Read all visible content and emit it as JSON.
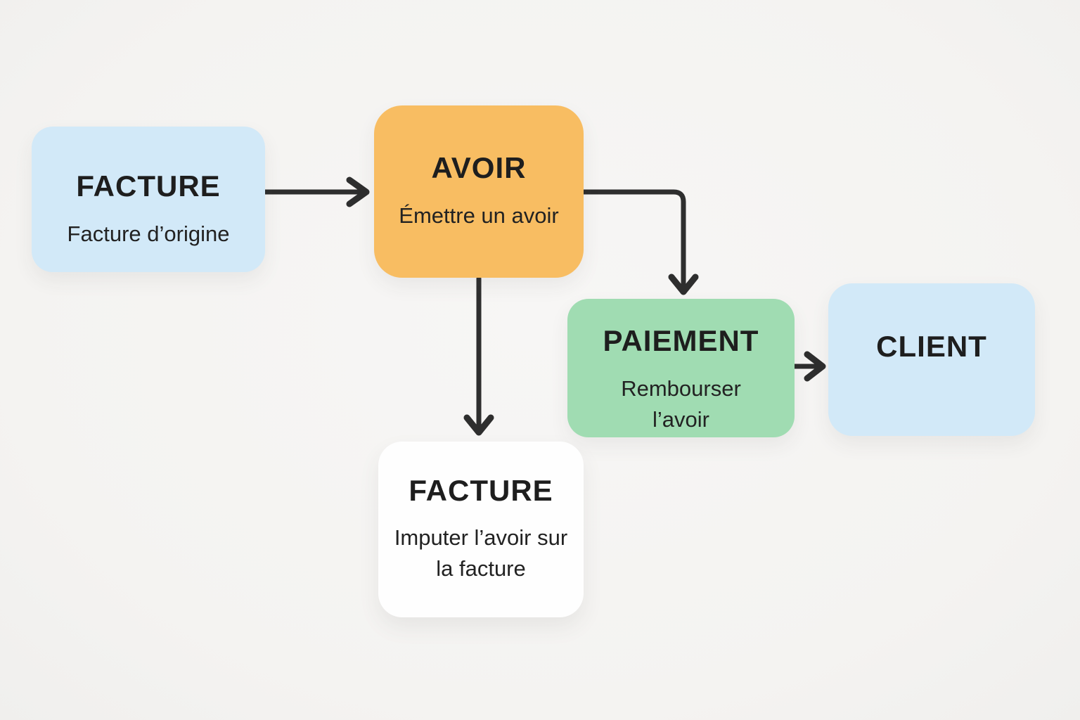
{
  "canvas": {
    "background_color": "#f5f4f2",
    "arrow_color": "#2e2e2e",
    "text_color": "#1e1e1e"
  },
  "nodes": [
    {
      "id": "facture-origine",
      "title": "FACTURE",
      "subtitle": "Facture d’origine",
      "fill_color": "#d2e9f8"
    },
    {
      "id": "avoir",
      "title": "AVOIR",
      "subtitle": "Émettre un avoir",
      "fill_color": "#f8bd62"
    },
    {
      "id": "paiement",
      "title": "PAIEMENT",
      "subtitle": "Rembourser l’avoir",
      "fill_color": "#a0dcb2"
    },
    {
      "id": "client",
      "title": "CLIENT",
      "subtitle": "",
      "fill_color": "#d2e9f8"
    },
    {
      "id": "facture-imputation",
      "title": "FACTURE",
      "subtitle": "Imputer l’avoir sur la facture",
      "fill_color": "#fefefe"
    }
  ],
  "edges": [
    {
      "from": "facture-origine",
      "to": "avoir"
    },
    {
      "from": "avoir",
      "to": "paiement"
    },
    {
      "from": "avoir",
      "to": "facture-imputation"
    },
    {
      "from": "paiement",
      "to": "client"
    }
  ]
}
